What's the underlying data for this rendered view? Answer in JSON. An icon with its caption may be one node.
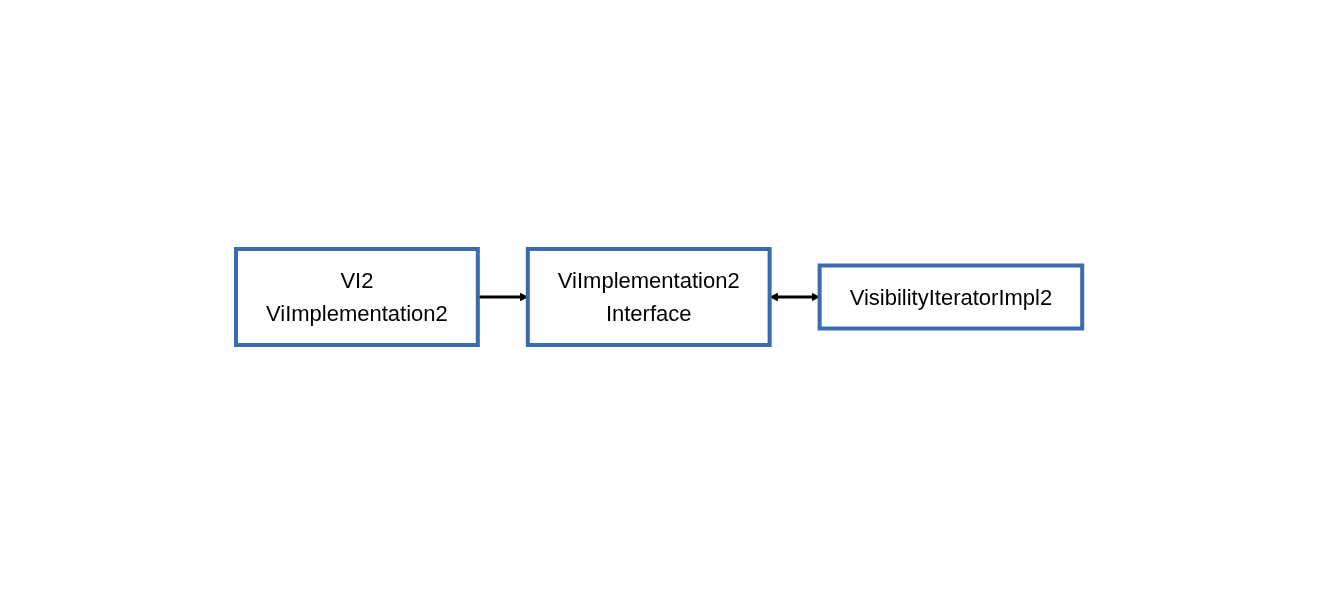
{
  "diagram": {
    "nodes": [
      {
        "text": [
          "VI2",
          "ViImplementation2"
        ]
      },
      {
        "text": [
          "ViImplementation2",
          "Interface"
        ]
      },
      {
        "text": [
          "VisibilityIteratorImpl2"
        ]
      }
    ],
    "edges": [
      {
        "from": 0,
        "to": 1,
        "arrow": "to"
      },
      {
        "from": 1,
        "to": 2,
        "arrow": "both"
      }
    ]
  }
}
